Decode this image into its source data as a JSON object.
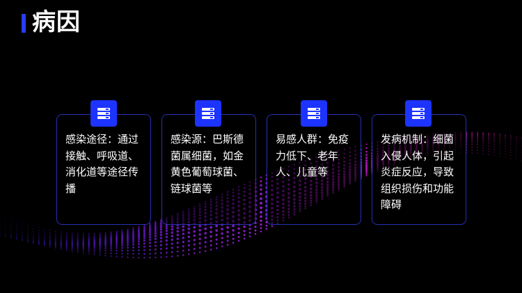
{
  "slide": {
    "title": "病因",
    "accent_color": "#2a3cff",
    "card_border_color": "#2630b8",
    "icon": "stacked-books-icon"
  },
  "cards": [
    {
      "text": "感染途径：通过接触、呼吸道、消化道等途径传播"
    },
    {
      "text": "感染源：巴斯德菌属细菌，如金黄色葡萄球菌、链球菌等"
    },
    {
      "text": "易感人群：免疫力低下、老年人、儿童等"
    },
    {
      "text": "发病机制：细菌入侵人体，引起炎症反应，导致组织损伤和功能障碍"
    }
  ]
}
